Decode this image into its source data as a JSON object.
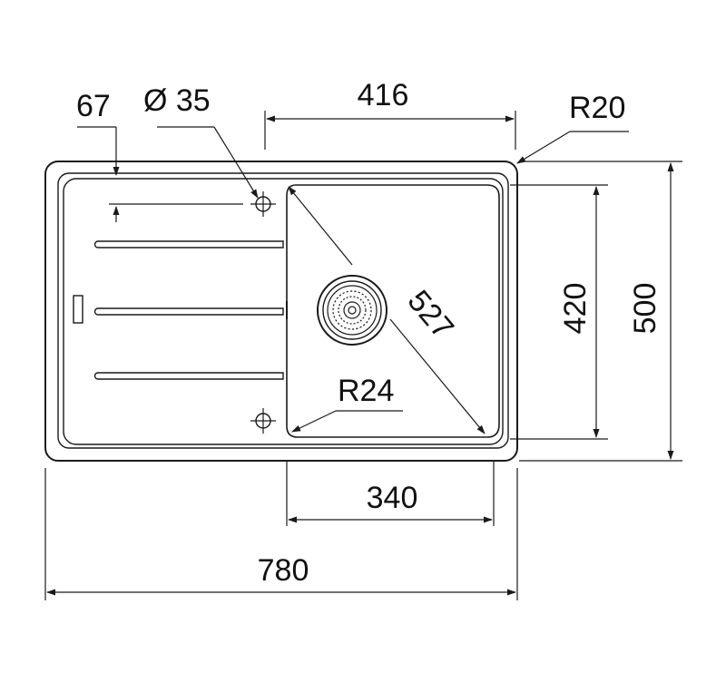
{
  "dimensions": {
    "top_offset": "67",
    "hole_diameter": "Ø 35",
    "bowl_edge_width": "416",
    "corner_radius_outer": "R20",
    "bowl_depth": "420",
    "overall_depth": "500",
    "bowl_diagonal": "527",
    "corner_radius_bowl": "R24",
    "bowl_width": "340",
    "overall_width": "780"
  },
  "colors": {
    "line": "#1a1a1a",
    "background": "#ffffff"
  }
}
